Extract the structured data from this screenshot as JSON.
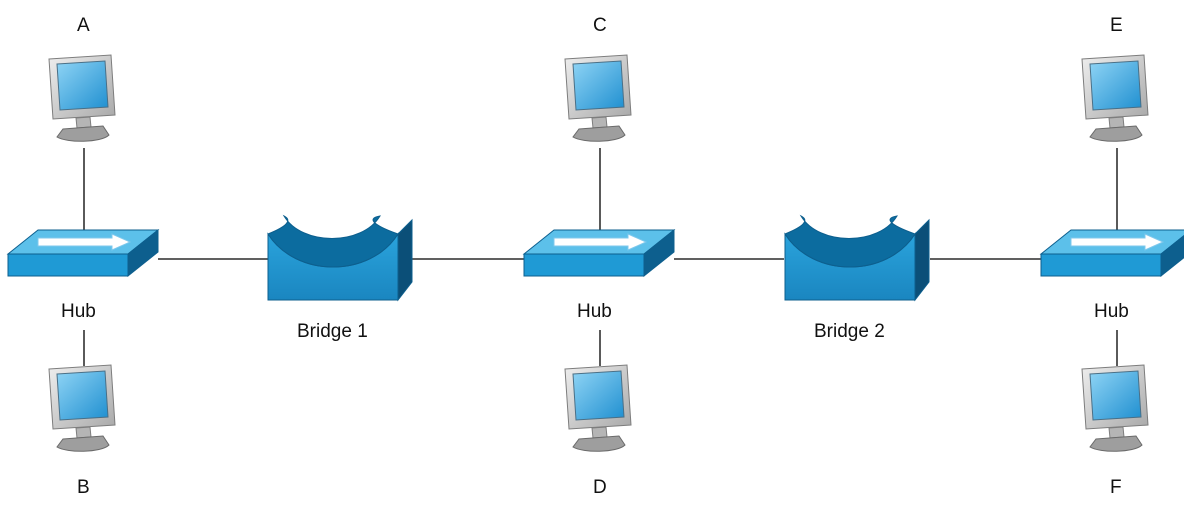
{
  "computers": [
    {
      "label": "A",
      "icon": "computer-monitor-icon"
    },
    {
      "label": "B",
      "icon": "computer-monitor-icon"
    },
    {
      "label": "C",
      "icon": "computer-monitor-icon"
    },
    {
      "label": "D",
      "icon": "computer-monitor-icon"
    },
    {
      "label": "E",
      "icon": "computer-monitor-icon"
    },
    {
      "label": "F",
      "icon": "computer-monitor-icon"
    }
  ],
  "hubs": [
    {
      "label": "Hub",
      "icon": "hub-icon"
    },
    {
      "label": "Hub",
      "icon": "hub-icon"
    },
    {
      "label": "Hub",
      "icon": "hub-icon"
    }
  ],
  "bridges": [
    {
      "label": "Bridge 1",
      "icon": "bridge-icon"
    },
    {
      "label": "Bridge 2",
      "icon": "bridge-icon"
    }
  ],
  "connections": [
    [
      "A",
      "Hub 1"
    ],
    [
      "B",
      "Hub 1"
    ],
    [
      "C",
      "Hub 2"
    ],
    [
      "D",
      "Hub 2"
    ],
    [
      "E",
      "Hub 3"
    ],
    [
      "F",
      "Hub 3"
    ],
    [
      "Hub 1",
      "Bridge 1"
    ],
    [
      "Bridge 1",
      "Hub 2"
    ],
    [
      "Hub 2",
      "Bridge 2"
    ],
    [
      "Bridge 2",
      "Hub 3"
    ]
  ],
  "colors": {
    "device_light": "#5cc0ea",
    "device_mid": "#1f9ad5",
    "device_dark": "#0d5f8e",
    "monitor_frame": "#d0d0d0",
    "line": "#000000"
  }
}
